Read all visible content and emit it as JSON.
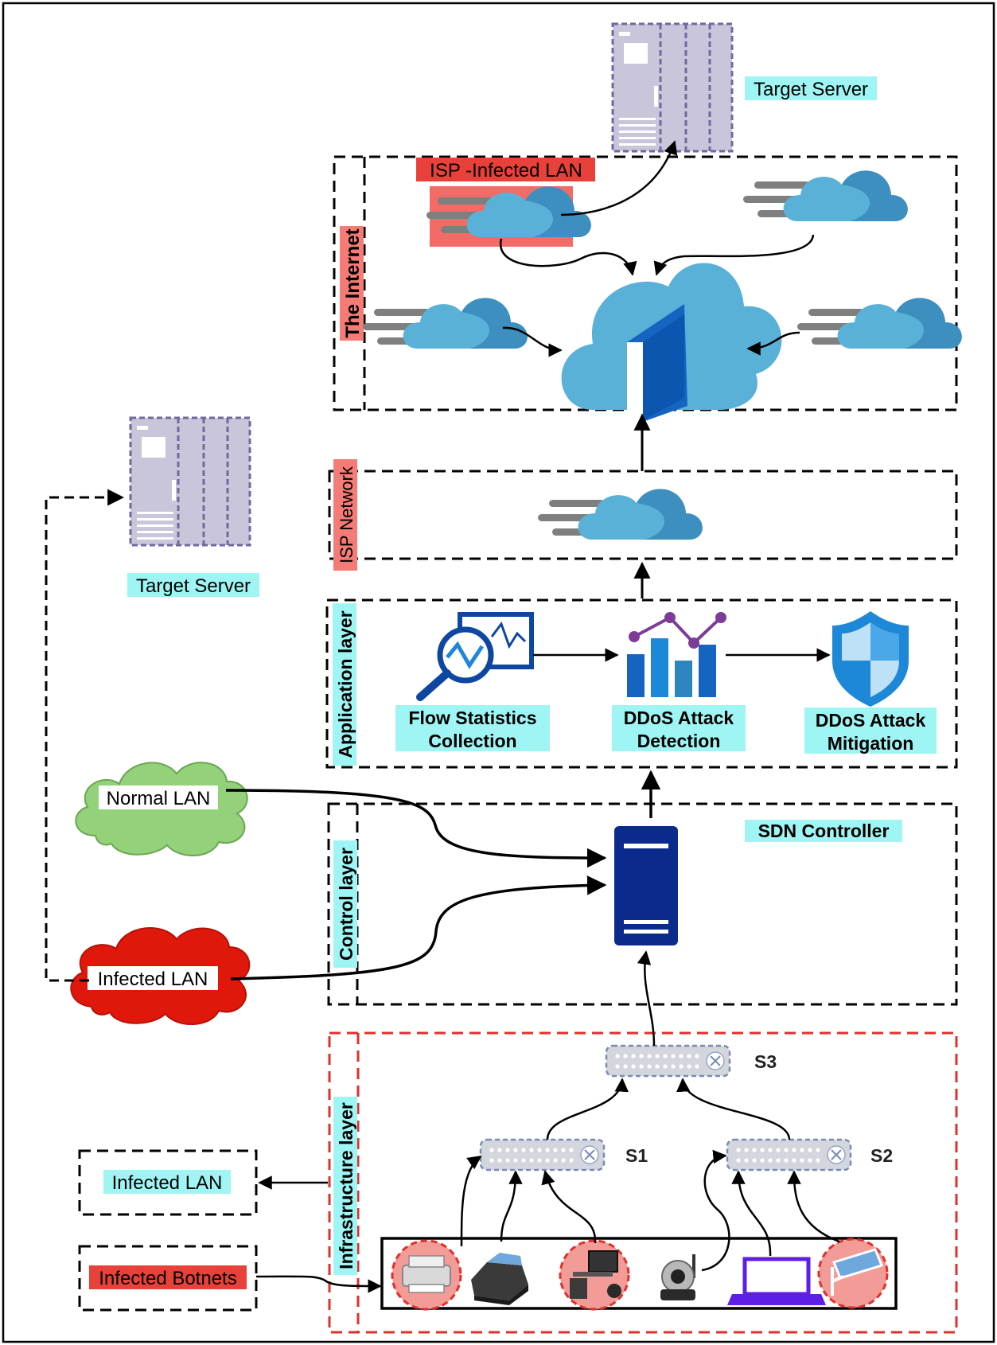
{
  "labels": {
    "target_server_top": "Target Server",
    "target_server_left": "Target Server",
    "isp_infected_lan": "ISP -Infected LAN",
    "the_internet": "The Internet",
    "isp_network": "ISP Network",
    "application_layer": "Application layer",
    "control_layer": "Control layer",
    "infrastructure_layer": "Infrastructure layer",
    "flow_stats_line1": "Flow Statistics",
    "flow_stats_line2": "Collection",
    "ddos_detect_line1": "DDoS Attack",
    "ddos_detect_line2": "Detection",
    "ddos_mitig_line1": "DDoS Attack",
    "ddos_mitig_line2": "Mitigation",
    "sdn_controller": "SDN Controller",
    "normal_lan": "Normal LAN",
    "infected_lan_cloud": "Infected LAN",
    "infected_lan_box": "Infected LAN",
    "infected_botnets": "Infected Botnets",
    "switch_s1": "S1",
    "switch_s2": "S2",
    "switch_s3": "S3"
  },
  "colors": {
    "cyan_label": "#9ff5f3",
    "red_label": "#e8413a",
    "pink_label": "#f47b76",
    "server_fill": "#c9c6dc",
    "server_edge": "#7a73a6",
    "cloud_light": "#5ab1d8",
    "cloud_dark": "#3d8fc0",
    "controller_blue": "#0a2a8c",
    "switch_fill": "#d4d6de",
    "normal_lan_green": "#93d27a",
    "infected_lan_red": "#e0180c",
    "laptop_purple": "#5d1ee6",
    "chart_purple": "#7d3c98",
    "shield_blue": "#1e88d8"
  },
  "icons": {
    "top_server": "server-rack-icon",
    "left_server": "server-rack-icon",
    "internet_gateway": "cloud-gateway-icon",
    "flow_stats": "magnifier-chart-icon",
    "ddos_detect": "bar-line-chart-icon",
    "ddos_mitig": "shield-icon",
    "controller": "server-tower-icon",
    "devices": [
      "printer-icon",
      "inkjet-printer-icon",
      "computer-desk-icon",
      "webcam-icon",
      "laptop-icon",
      "cctv-camera-icon"
    ]
  }
}
